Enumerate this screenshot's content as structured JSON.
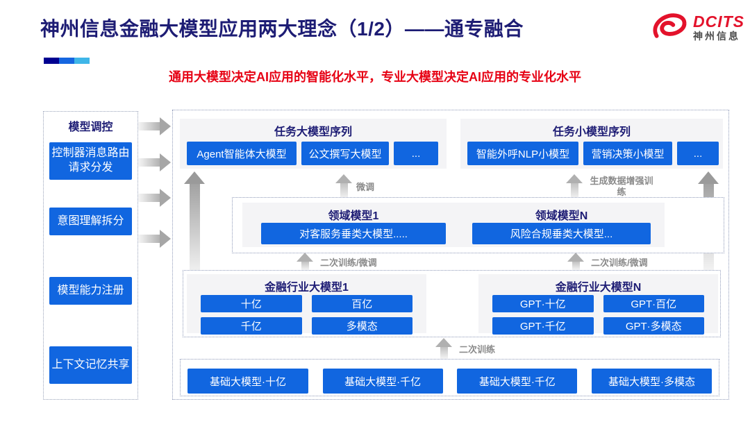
{
  "colors": {
    "accent_blue": "#1166E0",
    "navy_title": "#1D1C74",
    "red_accent": "#E60013",
    "label_gray": "#8A8A8A"
  },
  "header": {
    "title": "神州信息金融大模型应用两大理念（1/2）——通专融合",
    "subtitle": "通用大模型决定AI应用的智能化水平，专业大模型决定AI应用的专业化水平",
    "logo": {
      "brand": "DCITS",
      "brand_cn": "神州信息"
    }
  },
  "sidebar": {
    "title": "模型调控",
    "items": [
      {
        "label": "控制器消息路由请求分发"
      },
      {
        "label": "意图理解拆分"
      },
      {
        "label": "模型能力注册"
      },
      {
        "label": "上下文记忆共享"
      }
    ]
  },
  "flow_labels": {
    "fine_tune": "微调",
    "gen_data_train": "生成数据增强训练",
    "retrain_finetune_left": "二次训练/微调",
    "retrain_finetune_right": "二次训练/微调",
    "retrain": "二次训练"
  },
  "task_large": {
    "title": "任务大模型序列",
    "items": [
      "Agent智能体大模型",
      "公文撰写大模型",
      "..."
    ]
  },
  "task_small": {
    "title": "任务小模型序列",
    "items": [
      "智能外呼NLP小模型",
      "营销决策小模型",
      "..."
    ]
  },
  "domain_1": {
    "title": "领域模型1",
    "model": "对客服务垂类大模型....."
  },
  "domain_n": {
    "title": "领域模型N",
    "model": "风险合规垂类大模型..."
  },
  "industry_1": {
    "title": "金融行业大模型1",
    "items": [
      "十亿",
      "百亿",
      "千亿",
      "多模态"
    ]
  },
  "industry_n": {
    "title": "金融行业大模型N",
    "items": [
      "GPT·十亿",
      "GPT·百亿",
      "GPT·千亿",
      "GPT·多模态"
    ]
  },
  "base_models": {
    "items": [
      "基础大模型·十亿",
      "基础大模型·千亿",
      "基础大模型·千亿",
      "基础大模型·多模态"
    ]
  }
}
